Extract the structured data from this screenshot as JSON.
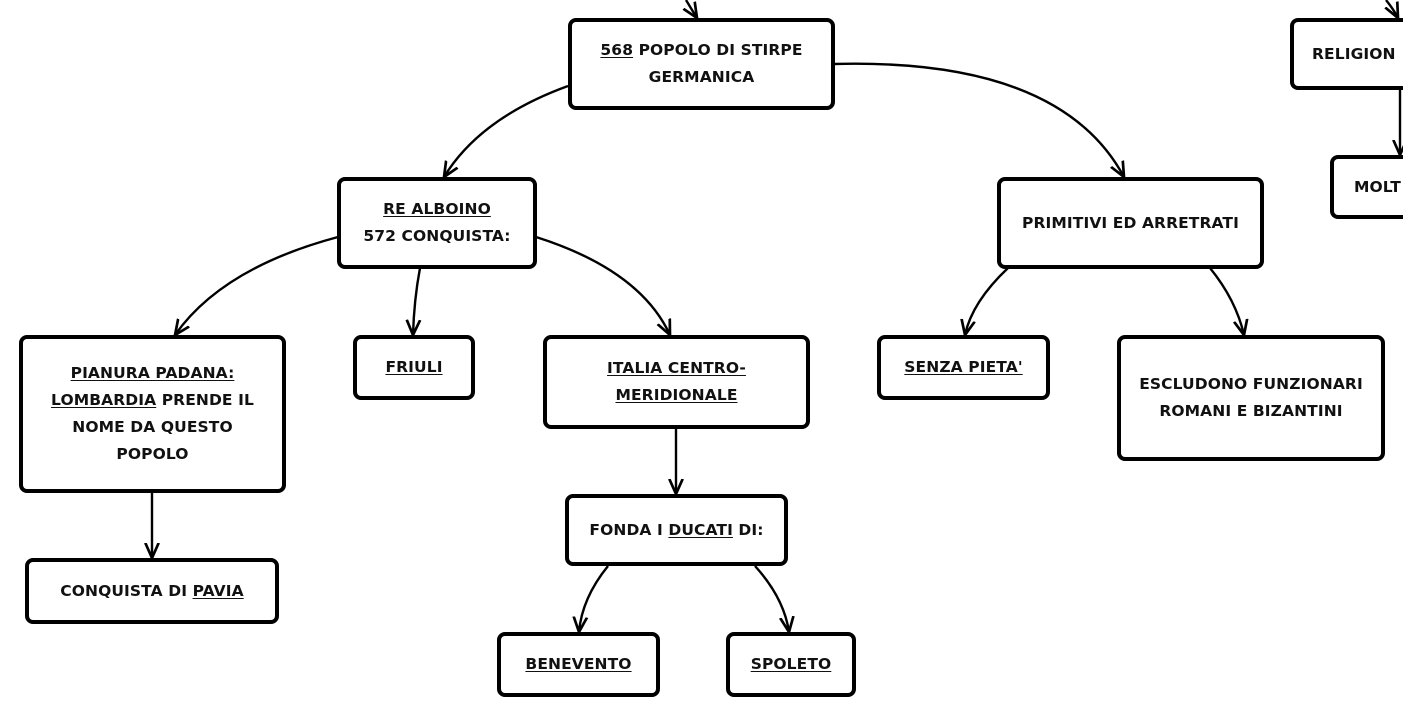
{
  "nodes": {
    "popolo": {
      "year": "568",
      "text1": " POPOLO DI STIRPE",
      "text2": "GERMANICA"
    },
    "re_alboino": {
      "line1": "RE ALBOINO",
      "line2": "572 CONQUISTA:"
    },
    "primitivi": {
      "text": "PRIMITIVI ED ARRETRATI"
    },
    "pianura": {
      "line1": "PIANURA PADANA:",
      "lombardia": "LOMBARDIA",
      "line2_rest": " PRENDE IL",
      "line3": "NOME DA QUESTO",
      "line4": "POPOLO"
    },
    "friuli": {
      "text": "FRIULI"
    },
    "italia": {
      "line1": "ITALIA CENTRO-",
      "line2": "MERIDIONALE"
    },
    "senza_pieta": {
      "text": "SENZA PIETA'"
    },
    "escludono": {
      "line1": "ESCLUDONO FUNZIONARI",
      "line2": "ROMANI E BIZANTINI"
    },
    "conquista_pavia": {
      "prefix": "CONQUISTA DI ",
      "place": "PAVIA"
    },
    "fonda": {
      "prefix": "FONDA I ",
      "ducati": "DUCATI",
      "suffix": " DI:"
    },
    "benevento": {
      "text": "BENEVENTO"
    },
    "spoleto": {
      "text": "SPOLETO"
    },
    "religion": {
      "text": "RELIGION"
    },
    "molt": {
      "text": "MOLT"
    }
  },
  "edges": [
    {
      "from": "top-incoming",
      "to": "popolo"
    },
    {
      "from": "popolo",
      "to": "re_alboino"
    },
    {
      "from": "popolo",
      "to": "primitivi"
    },
    {
      "from": "re_alboino",
      "to": "pianura"
    },
    {
      "from": "re_alboino",
      "to": "friuli"
    },
    {
      "from": "re_alboino",
      "to": "italia"
    },
    {
      "from": "primitivi",
      "to": "senza_pieta"
    },
    {
      "from": "primitivi",
      "to": "escludono"
    },
    {
      "from": "pianura",
      "to": "conquista_pavia"
    },
    {
      "from": "italia",
      "to": "fonda"
    },
    {
      "from": "fonda",
      "to": "benevento"
    },
    {
      "from": "fonda",
      "to": "spoleto"
    },
    {
      "from": "top-incoming-right",
      "to": "religion"
    },
    {
      "from": "religion",
      "to": "molt"
    }
  ],
  "colors": {
    "stroke": "#000000",
    "background": "#ffffff"
  }
}
